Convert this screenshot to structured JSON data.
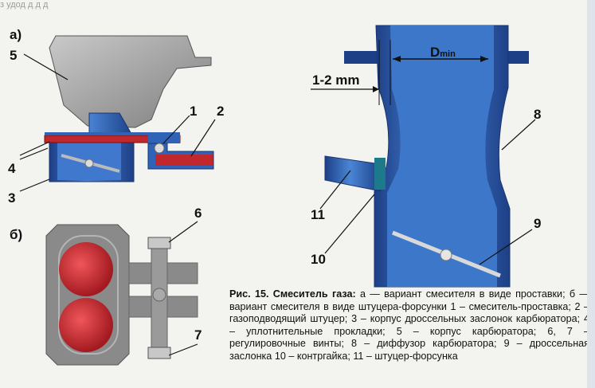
{
  "top_text": "з удод д д д",
  "labels": {
    "a": "а)",
    "b": "б)",
    "n1": "1",
    "n2": "2",
    "n3": "3",
    "n4": "4",
    "n5": "5",
    "n6": "6",
    "n7": "7",
    "n8": "8",
    "n9": "9",
    "n10": "10",
    "n11": "11",
    "gap": "1-2 mm",
    "dmin_main": "D",
    "dmin_sub": "min"
  },
  "caption": {
    "title": "Рис. 15. Смеситель газа:",
    "body": " а — вариант смесителя в виде проставки; б — вариант смесителя в виде штуцера-форсунки 1 – смеситель-проставка; 2 – газоподводящий штуцер; 3 – корпус дроссельных заслонок карбюратора; 4 – уплотнительные прокладки; 5 – корпус карбюратора; 6, 7 – регулировочные винты; 8 – диффузор карбюратора; 9 – дроссельная заслонка 10 – контргайка; 11 – штуцер-форсунка"
  },
  "colors": {
    "blue": "#2f63b8",
    "blue_dark": "#1d3f86",
    "red": "#c0282e",
    "gray": "#8a8a8a"
  }
}
